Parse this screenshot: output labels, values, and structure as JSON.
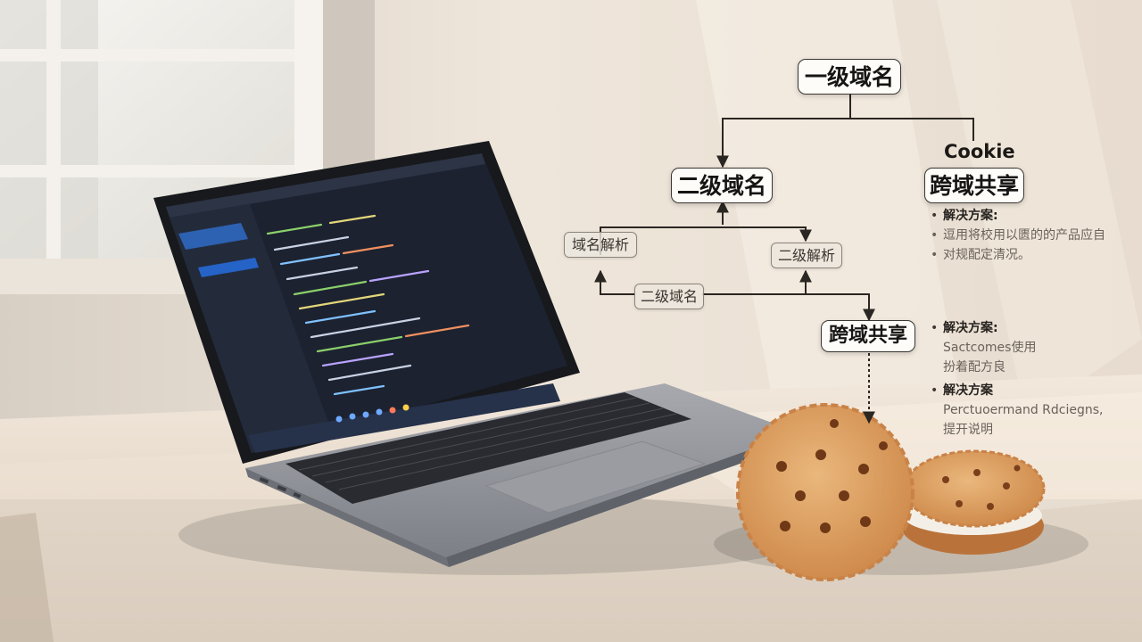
{
  "diagram": {
    "root": "一级域名",
    "cookie_label": "Cookie",
    "second_level": "二级域名",
    "cross_domain_top": "跨域共享",
    "domain_parse": "域名解析",
    "second_parse": "二级解析",
    "second_level_small": "二级域名",
    "cross_domain_mid": "跨域共享"
  },
  "notes": {
    "top": {
      "heading": "解决方案:",
      "lines": [
        "逗用将校用以匮的的产品应自",
        "对规配定清况。"
      ]
    },
    "mid": {
      "heading": "解决方案:",
      "lines": [
        "Sactcomes使用",
        "扮着配方良"
      ]
    },
    "bottom": {
      "heading": "解决方案",
      "lines": [
        "Perctuoermand Rdciegns,",
        "提开说明"
      ]
    }
  },
  "colors": {
    "wall": "#eee3d5",
    "desk": "#e6dacb",
    "laptop_body": "#8a8c93",
    "screen_bg": "#1c2230",
    "cookie": "#d9985a"
  }
}
